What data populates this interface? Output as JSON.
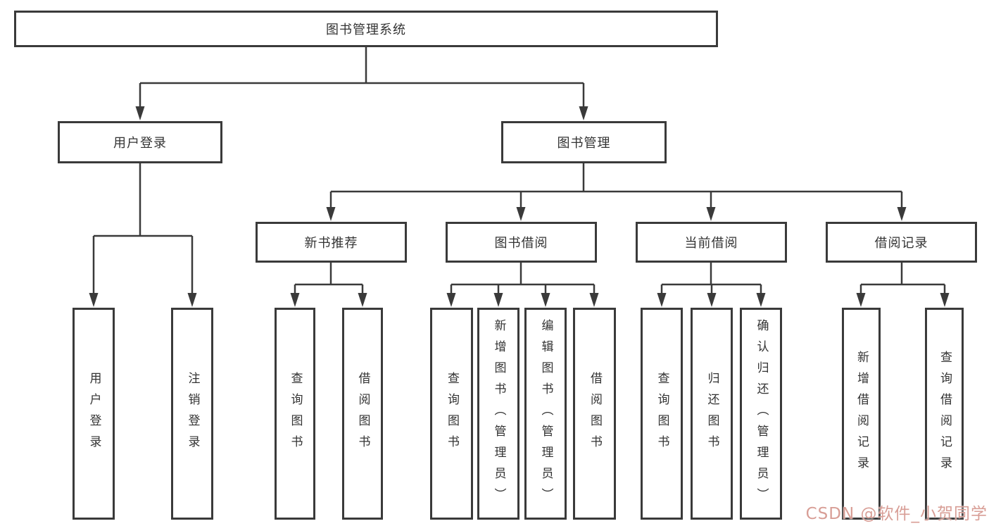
{
  "colors": {
    "line": "#3a3a3a",
    "text": "#333333",
    "box_background": "#ffffff",
    "watermark": "#d89e96"
  },
  "watermark": {
    "text": "CSDN @软件_小贺同学"
  },
  "tree": {
    "root": {
      "label": "图书管理系统"
    },
    "level2": [
      {
        "label": "用户登录"
      },
      {
        "label": "图书管理"
      }
    ],
    "level3": [
      {
        "label": "新书推荐"
      },
      {
        "label": "图书借阅"
      },
      {
        "label": "当前借阅"
      },
      {
        "label": "借阅记录"
      }
    ],
    "leaves": {
      "user_login": [
        "用户登录",
        "注销登录"
      ],
      "new_books": [
        "查询图书",
        "借阅图书"
      ],
      "book_borrowing": [
        "查询图书",
        "新增图书（管理员）",
        "编辑图书（管理员）",
        "借阅图书"
      ],
      "current_borrowing": [
        "查询图书",
        "归还图书",
        "确认归还（管理员）"
      ],
      "borrowing_records": [
        "新增借阅记录",
        "查询借阅记录"
      ]
    }
  }
}
